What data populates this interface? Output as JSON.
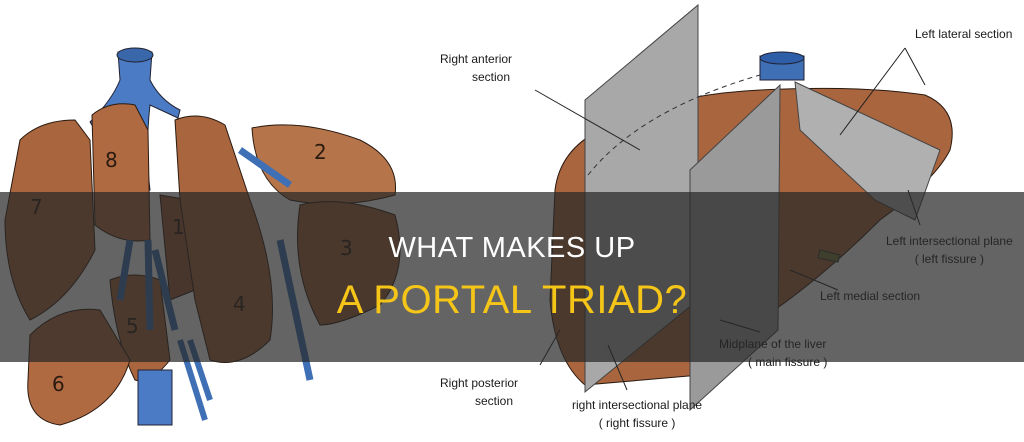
{
  "title": {
    "line1": "WHAT MAKES UP",
    "line2": "A PORTAL TRIAD?",
    "line1_color": "#ffffff",
    "line2_color": "#f5c518"
  },
  "overlay": {
    "color": "#3a3a3a",
    "opacity": 0.72
  },
  "left_diagram": {
    "segments": [
      "1",
      "2",
      "3",
      "4",
      "5",
      "6",
      "7",
      "8"
    ],
    "liver_color": "#a8653e",
    "vessel_color": "#3f6fb5"
  },
  "right_diagram": {
    "labels": {
      "right_anterior": [
        "Right anterior",
        "section"
      ],
      "left_lateral": "Left lateral section",
      "left_intersectional": [
        "Left intersectional plane",
        "( left fissure )"
      ],
      "left_medial": "Left medial section",
      "midplane": [
        "Midplane of the liver",
        "( main fissure )"
      ],
      "right_posterior": [
        "Right posterior",
        "section"
      ],
      "right_intersectional": [
        "right intersectional plane",
        "( right fissure )"
      ]
    }
  }
}
